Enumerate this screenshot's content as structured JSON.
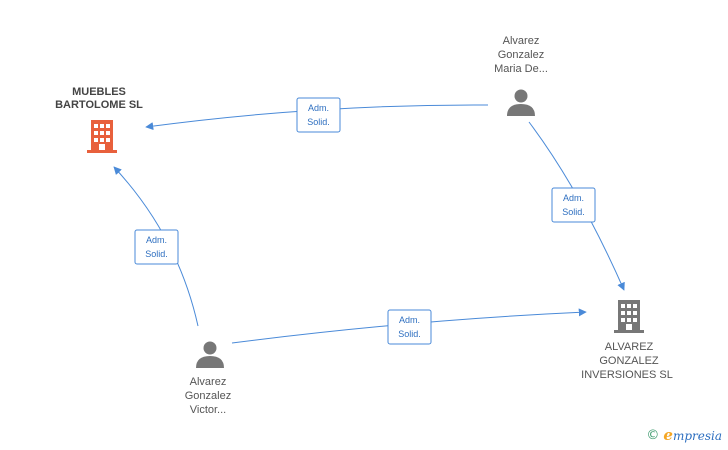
{
  "colors": {
    "edge": "#4a8ad8",
    "company_main": "#e8603c",
    "company_other": "#777777",
    "person": "#777777",
    "label_border": "#4a8ad8"
  },
  "nodes": {
    "muebles_bartolome": {
      "icon": "building-icon",
      "label_lines": [
        "MUEBLES",
        "BARTOLOME SL"
      ]
    },
    "alvarez_maria": {
      "icon": "person-icon",
      "label_lines": [
        "Alvarez",
        "Gonzalez",
        "Maria De..."
      ]
    },
    "alvarez_victor": {
      "icon": "person-icon",
      "label_lines": [
        "Alvarez",
        "Gonzalez",
        "Victor..."
      ]
    },
    "alvarez_inversiones": {
      "icon": "building-icon",
      "label_lines": [
        "ALVAREZ",
        "GONZALEZ",
        "INVERSIONES SL"
      ]
    }
  },
  "edges": [
    {
      "id": "maria-to-muebles",
      "from": "alvarez_maria",
      "to": "muebles_bartolome",
      "label_lines": [
        "Adm.",
        "Solid."
      ]
    },
    {
      "id": "maria-to-inversiones",
      "from": "alvarez_maria",
      "to": "alvarez_inversiones",
      "label_lines": [
        "Adm.",
        "Solid."
      ]
    },
    {
      "id": "victor-to-muebles",
      "from": "alvarez_victor",
      "to": "muebles_bartolome",
      "label_lines": [
        "Adm.",
        "Solid."
      ]
    },
    {
      "id": "victor-to-inversiones",
      "from": "alvarez_victor",
      "to": "alvarez_inversiones",
      "label_lines": [
        "Adm.",
        "Solid."
      ]
    }
  ],
  "footer": {
    "copyright_symbol": "©",
    "brand_initial": "e",
    "brand_rest": "mpresia"
  }
}
